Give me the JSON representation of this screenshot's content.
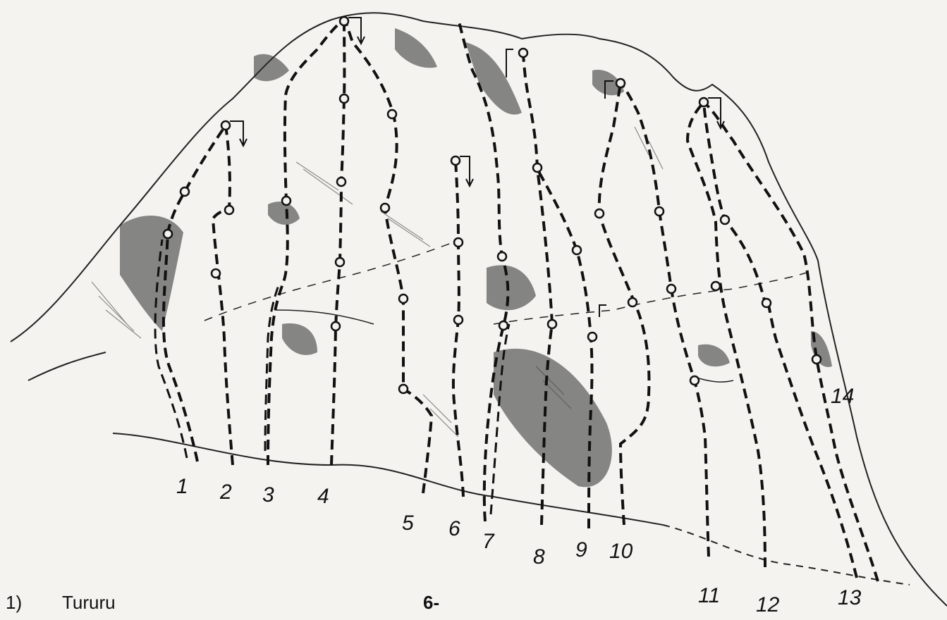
{
  "routes": [
    {
      "number": "1"
    },
    {
      "number": "2"
    },
    {
      "number": "3"
    },
    {
      "number": "4"
    },
    {
      "number": "5"
    },
    {
      "number": "6"
    },
    {
      "number": "7"
    },
    {
      "number": "8"
    },
    {
      "number": "9"
    },
    {
      "number": "10"
    },
    {
      "number": "11"
    },
    {
      "number": "12"
    },
    {
      "number": "13"
    },
    {
      "number": "14"
    }
  ],
  "legend": {
    "entry_number": "1)",
    "entry_name": "Tururu"
  },
  "page_marker": "6-"
}
